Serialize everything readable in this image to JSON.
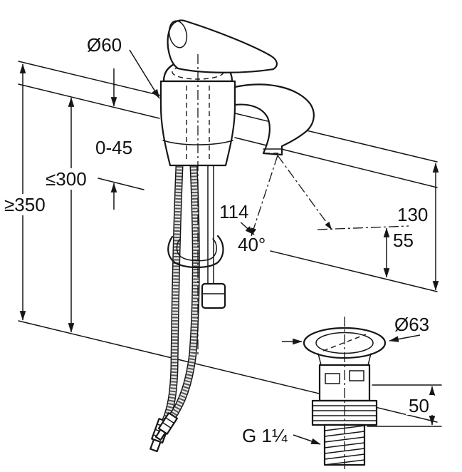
{
  "colors": {
    "background": "#ffffff",
    "line": "#161616",
    "text": "#111111"
  },
  "drawing": {
    "kind": "single-lever basin mixer with pop-up waste — installation dimension drawing",
    "labels": {
      "dia60": "Ø60",
      "range045": "0-45",
      "max300": "≤300",
      "min350": "≥350",
      "dim114": "114",
      "angle40": "40°",
      "dim130": "130",
      "dim55": "55",
      "dia63": "Ø63",
      "dim50": "50",
      "thread": "G 1¼"
    }
  }
}
